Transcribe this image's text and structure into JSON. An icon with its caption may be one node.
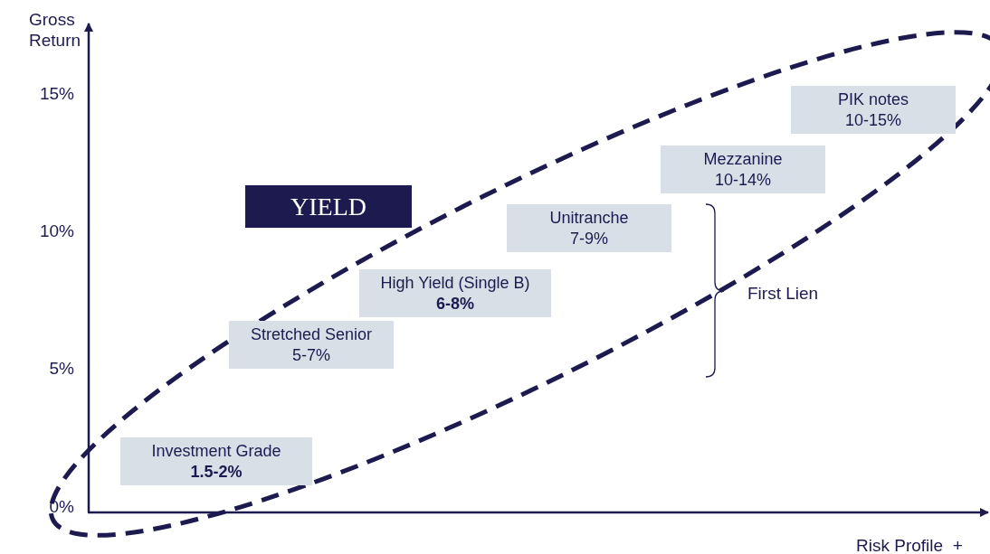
{
  "diagram": {
    "nodes": [
      {
        "text": [
          "YIELD"
        ]
      },
      {
        "text": [
          "PIK notes",
          "10-15%"
        ]
      },
      {
        "text": [
          "Mezzanine",
          "10-14%"
        ]
      },
      {
        "text": [
          "Unitranche",
          "7-9%"
        ]
      },
      {
        "text": [
          "High Yield (Single B)",
          "**6-8%**"
        ]
      },
      {
        "text": [
          "Stretched Senior",
          "5-7%"
        ]
      },
      {
        "text": [
          "Investment Grade",
          "**1.5-2%**"
        ]
      }
    ],
    "labels": [
      "Gross Return",
      "15%",
      "10%",
      "5%",
      "0%",
      "First Lien",
      "Risk Profile  +"
    ]
  }
}
